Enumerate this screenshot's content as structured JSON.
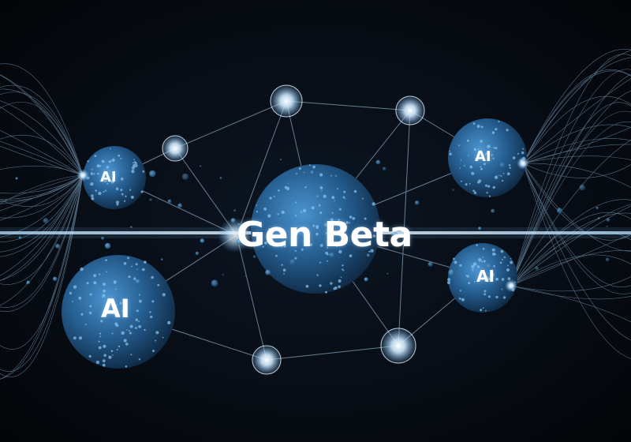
{
  "title": "Gen Beta",
  "ai_labels": [
    "AI",
    "AI",
    "AI",
    "AI"
  ],
  "colors": {
    "background": "#05080d",
    "node_blue": "#2b6fa8",
    "glow": "#d8f0ff",
    "line": "#a9cfee"
  },
  "scene": {
    "description_icons": [
      "neural-network-graph",
      "glowing-node",
      "ai-sphere"
    ]
  }
}
